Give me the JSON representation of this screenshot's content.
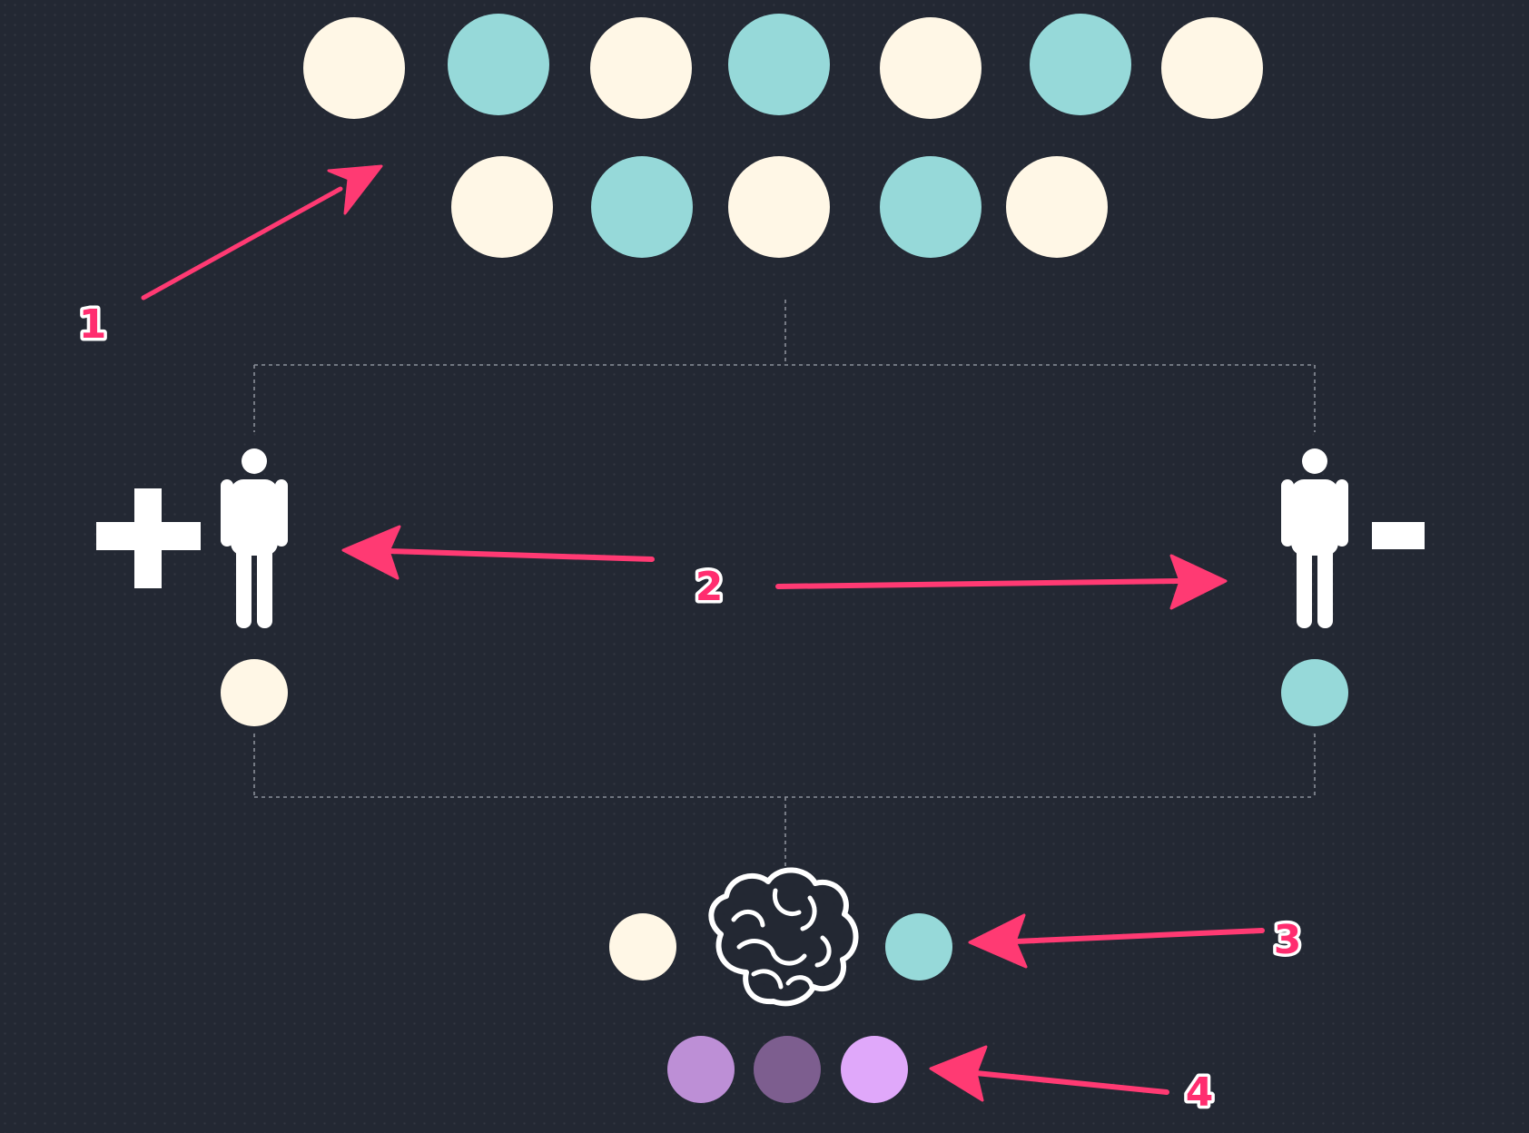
{
  "colors": {
    "background": "#232833",
    "cream": "#fff7e6",
    "teal": "#96d9d9",
    "violet_light": "#bd8fd6",
    "violet_dark": "#7d5e8f",
    "violet_pink": "#e0a8fa",
    "arrow": "#ff3a73",
    "figure": "#ffffff"
  },
  "population": {
    "row1": [
      "cream",
      "teal",
      "cream",
      "teal",
      "cream",
      "teal",
      "cream"
    ],
    "row2": [
      "cream",
      "teal",
      "cream",
      "teal",
      "cream"
    ]
  },
  "annotations": {
    "label_1": "1",
    "label_2": "2",
    "label_3": "3",
    "label_4": "4"
  },
  "groups": {
    "positive_sign": "+",
    "negative_sign": "-",
    "positive_sample": "cream",
    "negative_sample": "teal"
  },
  "icons": {
    "positive_person": "person-icon",
    "negative_person": "person-icon",
    "brain": "brain-icon"
  },
  "learner": {
    "left_sample": "cream",
    "right_sample": "teal"
  },
  "outputs": [
    "violet_light",
    "violet_dark",
    "violet_pink"
  ]
}
